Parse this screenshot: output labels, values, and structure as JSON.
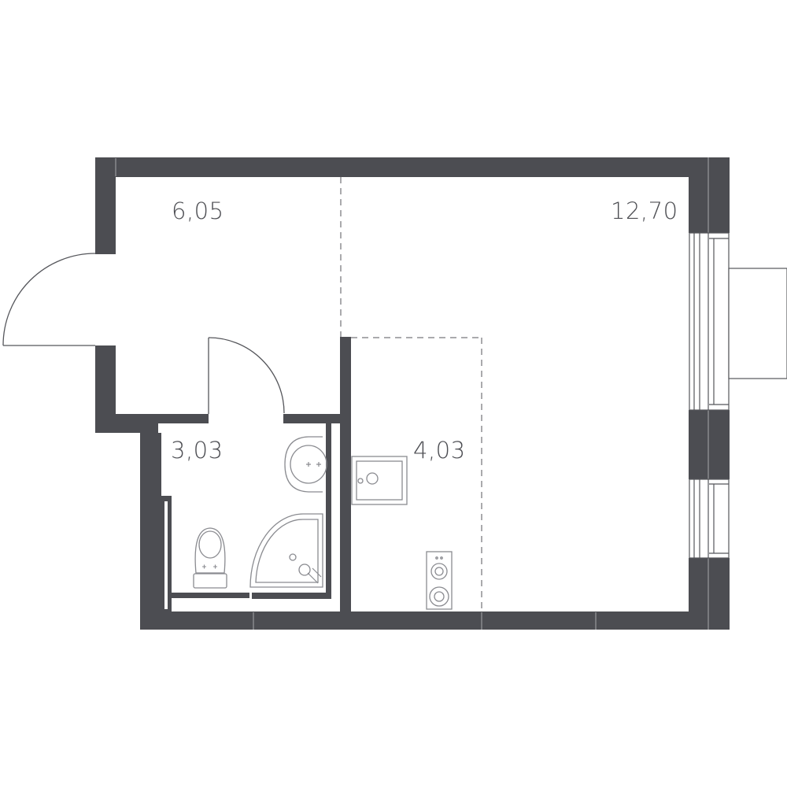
{
  "rooms": {
    "hall": {
      "area": "6,05"
    },
    "living": {
      "area": "12,70"
    },
    "bathroom": {
      "area": "3,03"
    },
    "kitchen": {
      "area": "4,03"
    }
  },
  "colors": {
    "wall": "#4c4d52",
    "line": "#55565b",
    "fixture": "#8a8b90",
    "background": "#ffffff"
  }
}
